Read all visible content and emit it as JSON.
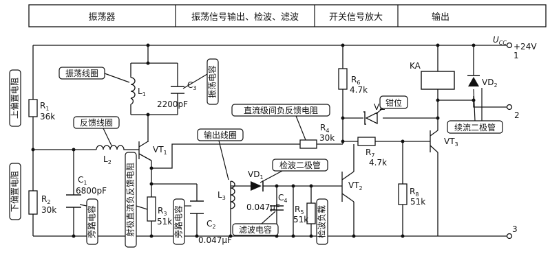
{
  "header": {
    "sections": [
      "振荡器",
      "振荡信号输出、检波、滤波",
      "开关信号放大",
      "输出"
    ]
  },
  "power": {
    "vcc": "U",
    "vcc_sub": "CC",
    "voltage": "+24V",
    "terminal_1": "1"
  },
  "terminals": {
    "t2": "2",
    "t3": "3"
  },
  "components": {
    "r1": {
      "ref": "R",
      "sub": "1",
      "value": "36k"
    },
    "r2": {
      "ref": "R",
      "sub": "2",
      "value": "30k"
    },
    "r3": {
      "ref": "R",
      "sub": "3",
      "value": "51k"
    },
    "r4": {
      "ref": "R",
      "sub": "4",
      "value": "30k"
    },
    "r5": {
      "ref": "R",
      "sub": "5",
      "value": "51k"
    },
    "r6": {
      "ref": "R",
      "sub": "6",
      "value": "4.7k"
    },
    "r7": {
      "ref": "R",
      "sub": "7",
      "value": "4.7k"
    },
    "r8": {
      "ref": "R",
      "sub": "8",
      "value": "51k"
    },
    "c1": {
      "ref": "C",
      "sub": "1",
      "value": "6800pF"
    },
    "c2": {
      "ref": "C",
      "sub": "2",
      "value": "0.047μF"
    },
    "c3": {
      "ref": "C",
      "sub": "3",
      "value": "2200pF"
    },
    "c4": {
      "ref": "C",
      "sub": "4",
      "value": "0.047μF"
    },
    "l1": {
      "ref": "L",
      "sub": "1"
    },
    "l2": {
      "ref": "L",
      "sub": "2"
    },
    "l3": {
      "ref": "L",
      "sub": "3"
    },
    "vt1": {
      "ref": "VT",
      "sub": "1"
    },
    "vt2": {
      "ref": "VT",
      "sub": "2"
    },
    "vt3": {
      "ref": "VT",
      "sub": "3"
    },
    "vd1": {
      "ref": "VD",
      "sub": "1"
    },
    "vd2": {
      "ref": "VD",
      "sub": "2"
    },
    "vz": {
      "ref": "VZ"
    },
    "ka": {
      "ref": "KA"
    }
  },
  "callouts": {
    "osc_coil": "振荡线圈",
    "osc_cap": "振荡电容",
    "feedback_coil": "反馈线圈",
    "upper_bias": "上偏置电阻",
    "lower_bias": "下偏置电阻",
    "bypass_cap_1": "旁路电容",
    "emitter_feedback": "射极直流负反馈电阻",
    "bypass_cap_2": "旁路电容",
    "output_coil": "输出线圈",
    "detector_diode": "检波二极管",
    "filter_cap": "滤波电容",
    "detector_load": "检波负载",
    "dc_feedback": "直流级间负反馈电阻",
    "clamp": "钳位",
    "freewheel_diode": "续流二极管"
  }
}
